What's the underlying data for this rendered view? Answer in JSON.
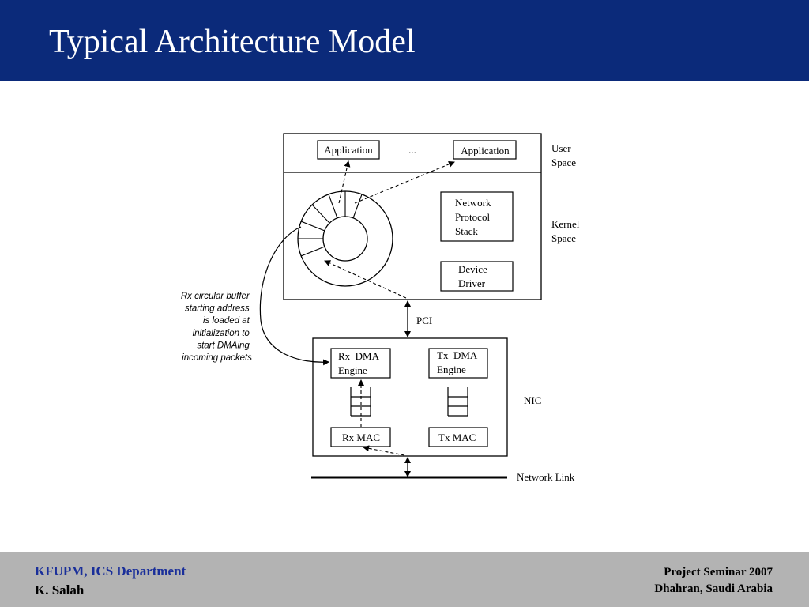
{
  "slide": {
    "title": "Typical Architecture Model",
    "colors": {
      "header_bg": "#0b2a7a",
      "footer_bg": "#b3b3b3",
      "footer_org": "#1a2f9a"
    }
  },
  "diagram": {
    "app1": "Application",
    "ellipsis": "...",
    "app2": "Application",
    "user_space": [
      "User",
      "Space"
    ],
    "kernel_space": [
      "Kernel",
      "Space"
    ],
    "network_protocol_stack": [
      "Network",
      "Protocol",
      "Stack"
    ],
    "device_driver": [
      "Device",
      "Driver"
    ],
    "pci": "PCI",
    "rx_dma": [
      "Rx  DMA",
      "Engine"
    ],
    "tx_dma": [
      "Tx  DMA",
      "Engine"
    ],
    "nic": "NIC",
    "rx_mac": "Rx MAC",
    "tx_mac": "Tx MAC",
    "network_link": "Network Link",
    "annotation": [
      "Rx circular buffer",
      "starting address",
      "is loaded at",
      "initialization to",
      "start DMAing",
      "incoming packets"
    ]
  },
  "footer": {
    "org": "KFUPM, ICS Department",
    "author": "K. Salah",
    "event": "Project Seminar 2007",
    "location": "Dhahran, Saudi Arabia"
  }
}
